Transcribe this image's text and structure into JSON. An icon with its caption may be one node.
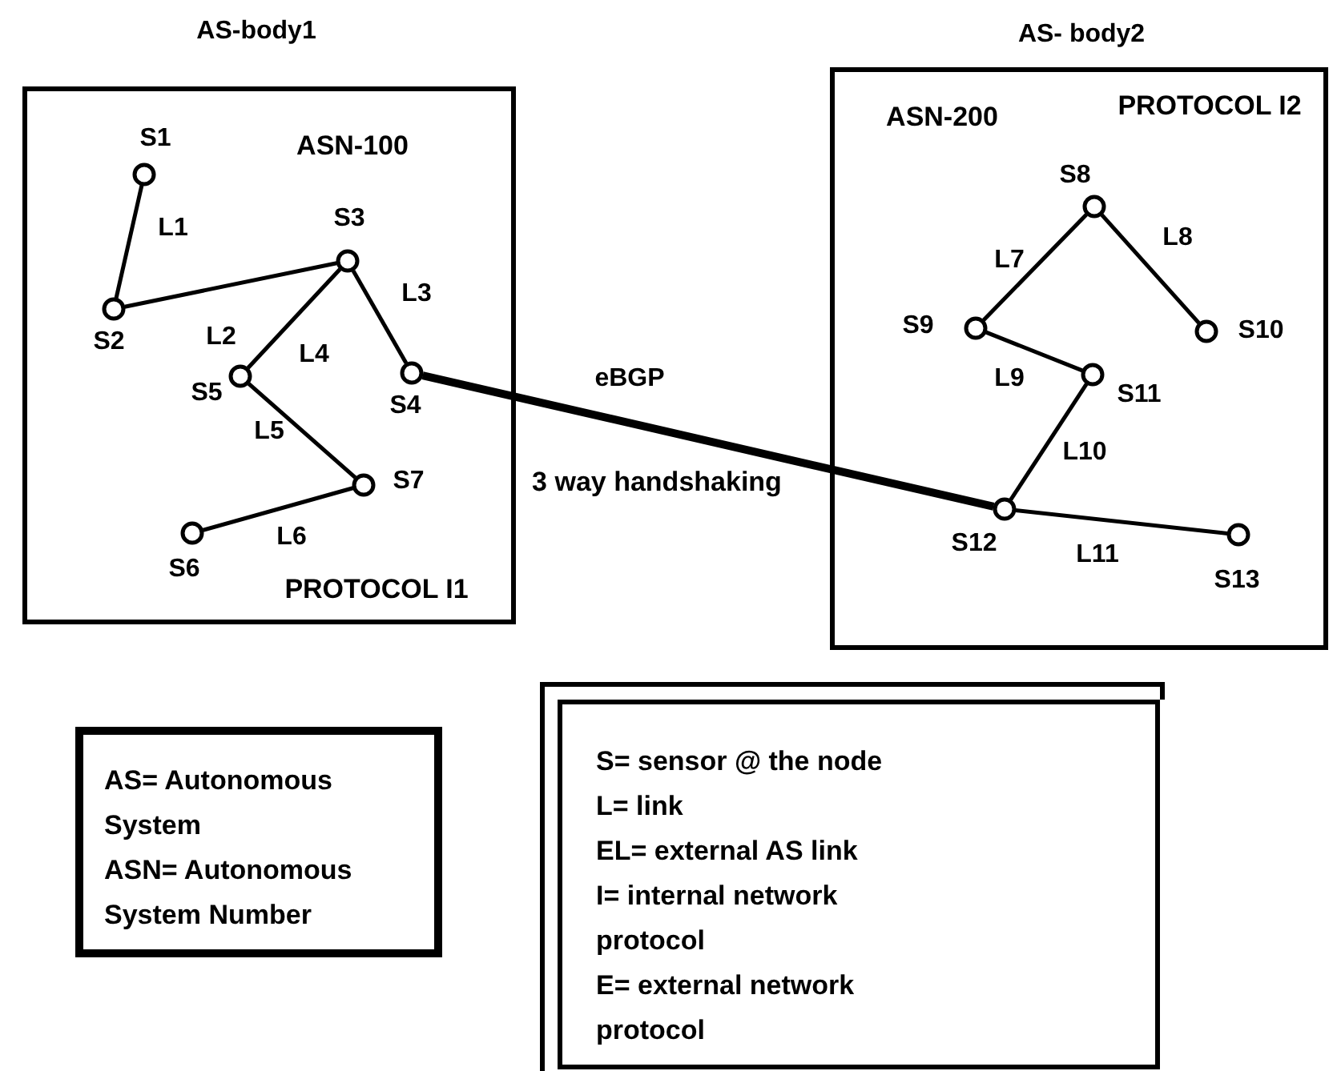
{
  "diagram": {
    "nodes": [
      {
        "text": [
          "AS-body1",
          "ASN-100",
          "PROTOCOL I1"
        ]
      },
      {
        "text": [
          "S1"
        ],
        "in": 0
      },
      {
        "text": [
          "S2"
        ],
        "in": 0
      },
      {
        "text": [
          "S3"
        ],
        "in": 0
      },
      {
        "text": [
          "S4"
        ],
        "in": 0
      },
      {
        "text": [
          "S5"
        ],
        "in": 0
      },
      {
        "text": [
          "S6"
        ],
        "in": 0
      },
      {
        "text": [
          "S7"
        ],
        "in": 0
      },
      {
        "text": [
          "AS- body2",
          "ASN-200",
          "PROTOCOL I2"
        ]
      },
      {
        "text": [
          "S8"
        ],
        "in": 8
      },
      {
        "text": [
          "S9"
        ],
        "in": 8
      },
      {
        "text": [
          "S10"
        ],
        "in": 8
      },
      {
        "text": [
          "S11"
        ],
        "in": 8
      },
      {
        "text": [
          "S12"
        ],
        "in": 8
      },
      {
        "text": [
          "S13"
        ],
        "in": 8
      },
      {
        "text": [
          "AS= Autonomous System",
          "ASN= Autonomous System Number"
        ]
      },
      {
        "text": [
          "S= sensor @ the node",
          "L= link",
          "EL= external AS link",
          "I= internal network protocol",
          "E= external network protocol"
        ]
      }
    ],
    "edges": [
      {
        "from": 1,
        "to": 2,
        "arrow": "none",
        "label": "L1"
      },
      {
        "from": 2,
        "to": 3,
        "arrow": "none",
        "label": "L2"
      },
      {
        "from": 3,
        "to": 4,
        "arrow": "none",
        "label": "L3"
      },
      {
        "from": 3,
        "to": 5,
        "arrow": "none",
        "label": "L4"
      },
      {
        "from": 5,
        "to": 7,
        "arrow": "none",
        "label": "L5"
      },
      {
        "from": 7,
        "to": 6,
        "arrow": "none",
        "label": "L6"
      },
      {
        "from": 4,
        "to": 13,
        "arrow": "none",
        "label": "eBGP",
        "style": "thick"
      },
      {
        "from": 9,
        "to": 10,
        "arrow": "none",
        "label": "L7"
      },
      {
        "from": 9,
        "to": 11,
        "arrow": "none",
        "label": "L8"
      },
      {
        "from": 10,
        "to": 12,
        "arrow": "none",
        "label": "L9"
      },
      {
        "from": 12,
        "to": 13,
        "arrow": "none",
        "label": "L10"
      },
      {
        "from": 13,
        "to": 14,
        "arrow": "none",
        "label": "L11"
      }
    ],
    "labels": [
      "3 way handshaking"
    ]
  }
}
